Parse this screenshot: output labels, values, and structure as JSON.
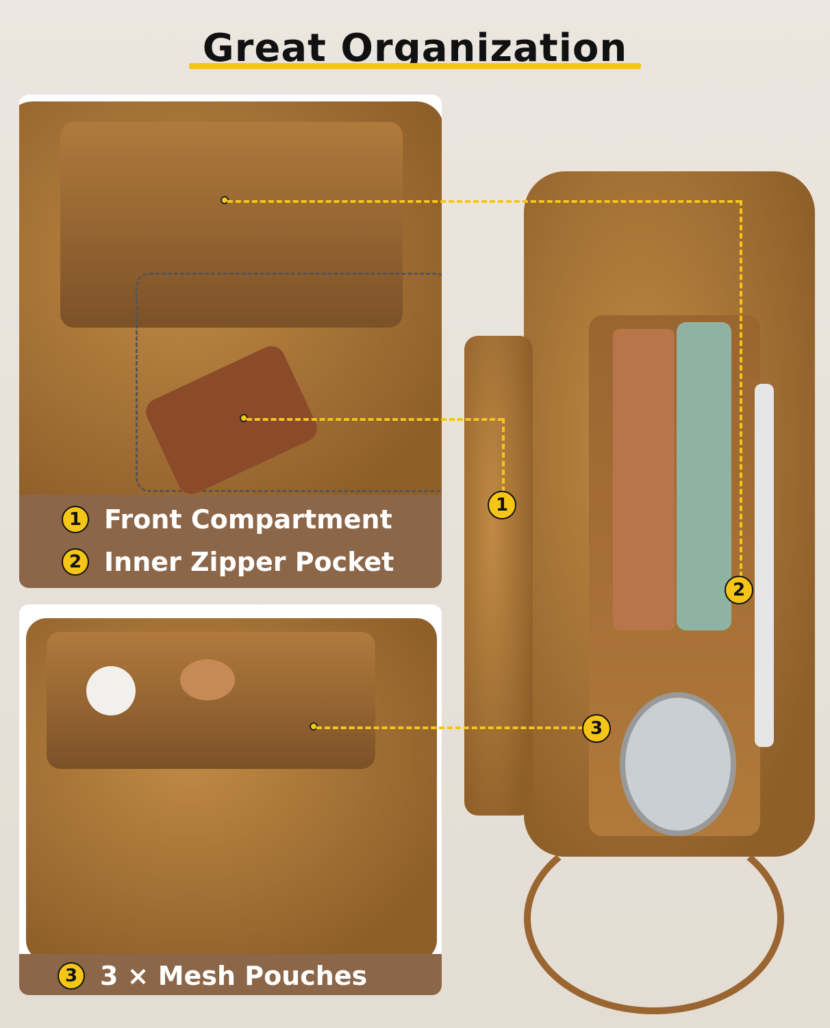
{
  "title": "Great Organization",
  "features": [
    {
      "number": "1",
      "label": "Front Compartment"
    },
    {
      "number": "2",
      "label": "Inner Zipper Pocket"
    },
    {
      "number": "3",
      "label": "3 × Mesh Pouches"
    }
  ],
  "colors": {
    "accent": "#f5c518",
    "band": "#8b6648",
    "leather": "#a8733a"
  }
}
